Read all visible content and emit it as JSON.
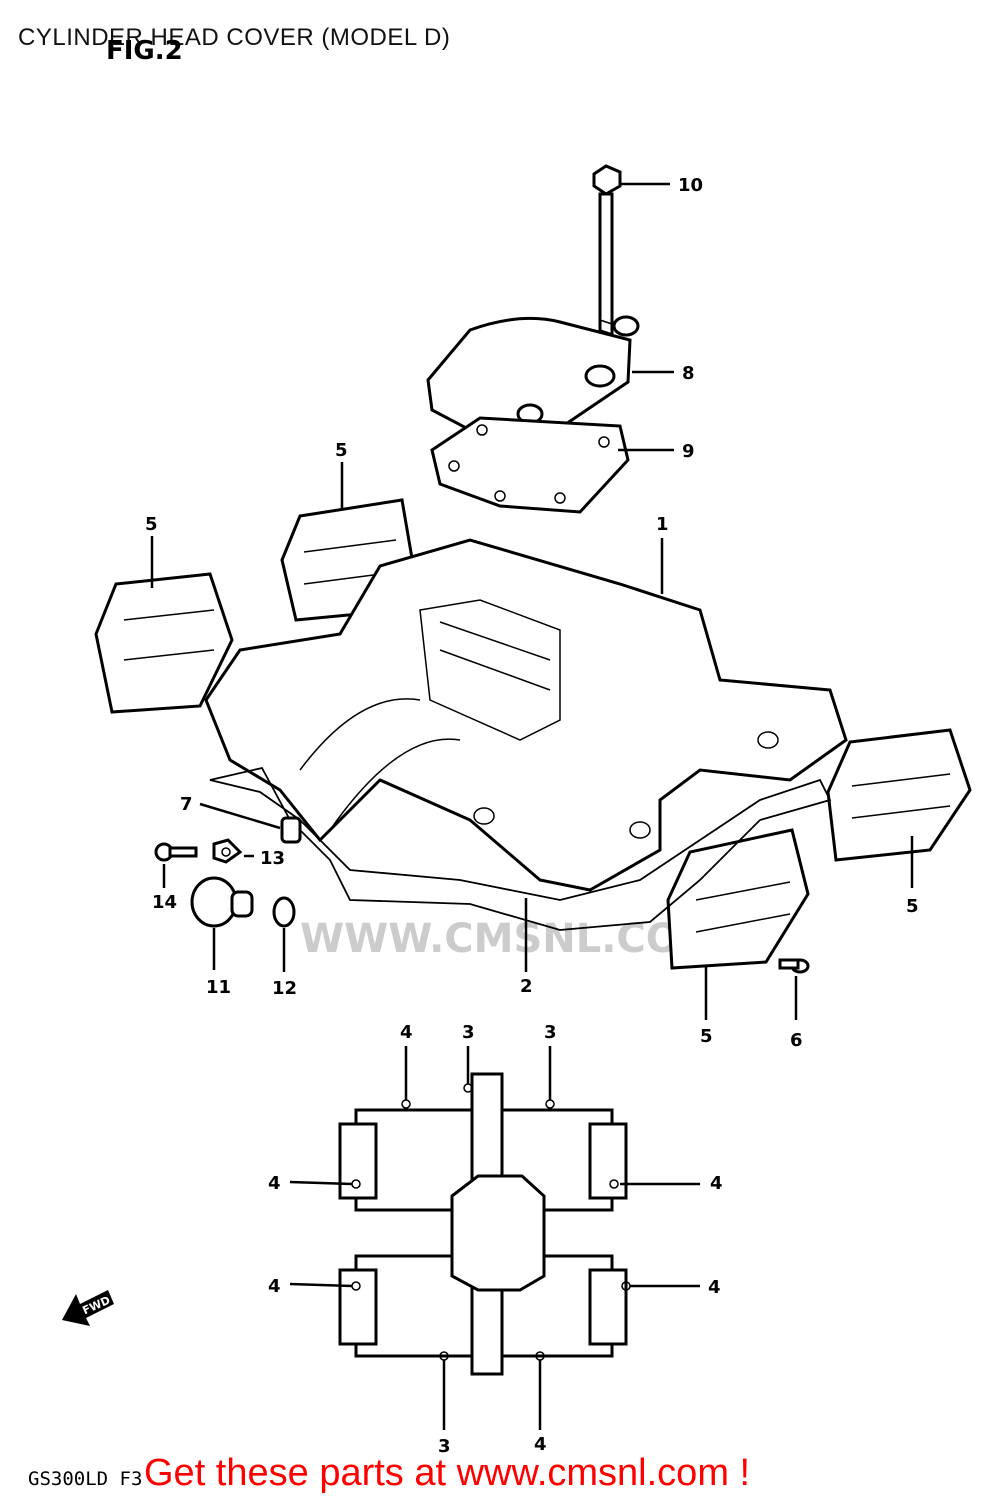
{
  "header": {
    "title": "CYLINDER HEAD COVER (MODEL D)",
    "figure_label": "FIG.2"
  },
  "footer": {
    "model_code": "GS300LD F3",
    "banner": "Get these parts at www.cmsnl.com !"
  },
  "watermark": {
    "text": "WWW.CMSNL.COM"
  },
  "direction_arrow": {
    "label": "FWD"
  },
  "callouts": [
    "10",
    "8",
    "9",
    "5",
    "5",
    "1",
    "7",
    "13",
    "14",
    "11",
    "12",
    "2",
    "5",
    "5",
    "6",
    "4",
    "3",
    "3",
    "4",
    "4",
    "4",
    "4",
    "3",
    "4"
  ],
  "colors": {
    "banner": "#ff0000",
    "line_art": "#000000",
    "watermark": "#cccccc"
  }
}
